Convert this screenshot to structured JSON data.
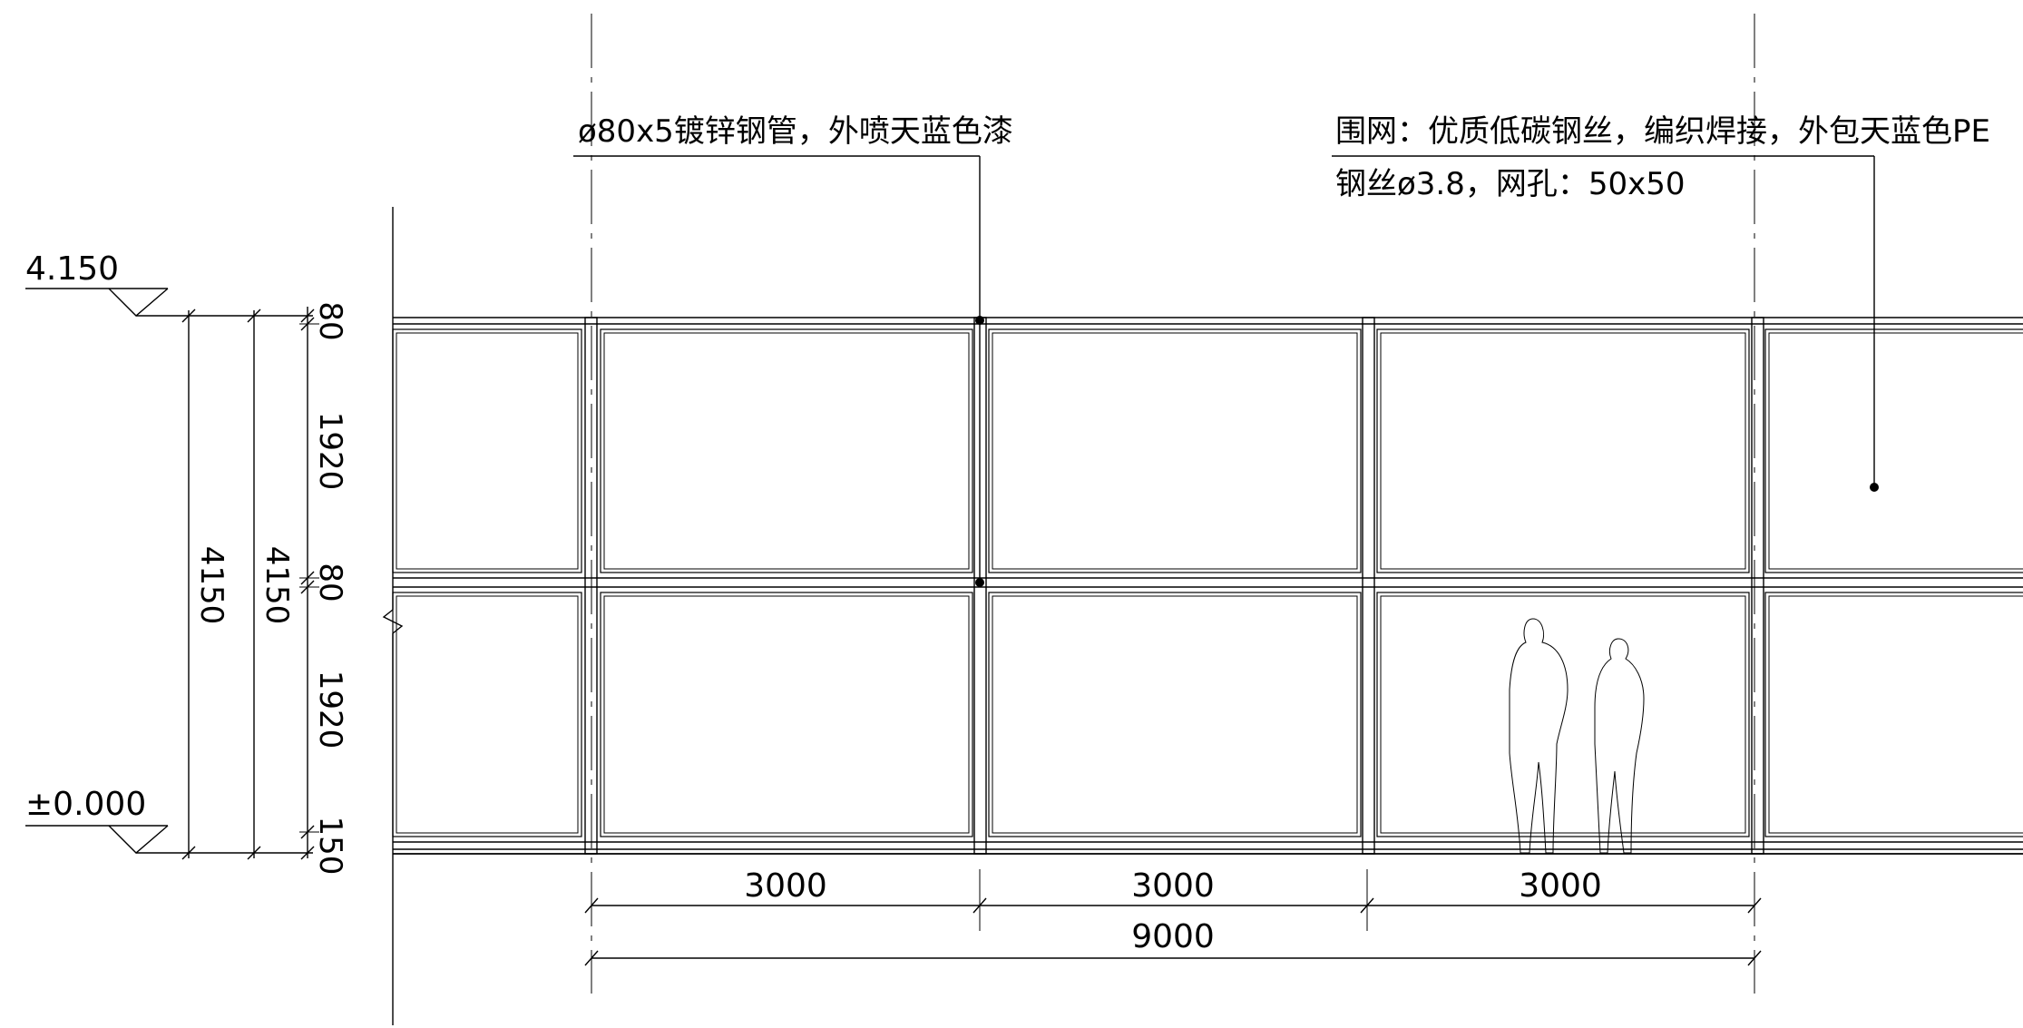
{
  "annotations": {
    "pipe_note": "ø80x5镀锌钢管，外喷天蓝色漆",
    "net_note_line1": "围网：优质低碳钢丝，编织焊接，外包天蓝色PE",
    "net_note_line2": "钢丝ø3.8，网孔：50x50"
  },
  "elevations": {
    "top": "4.150",
    "bottom": "±0.000"
  },
  "vertical_dims": {
    "overall_a": "4150",
    "overall_b": "4150",
    "top_rail": "80",
    "upper_panel": "1920",
    "mid_rail": "80",
    "lower_panel": "1920",
    "base": "150"
  },
  "horizontal_dims": {
    "bay1": "3000",
    "bay2": "3000",
    "bay3": "3000",
    "total": "9000"
  }
}
